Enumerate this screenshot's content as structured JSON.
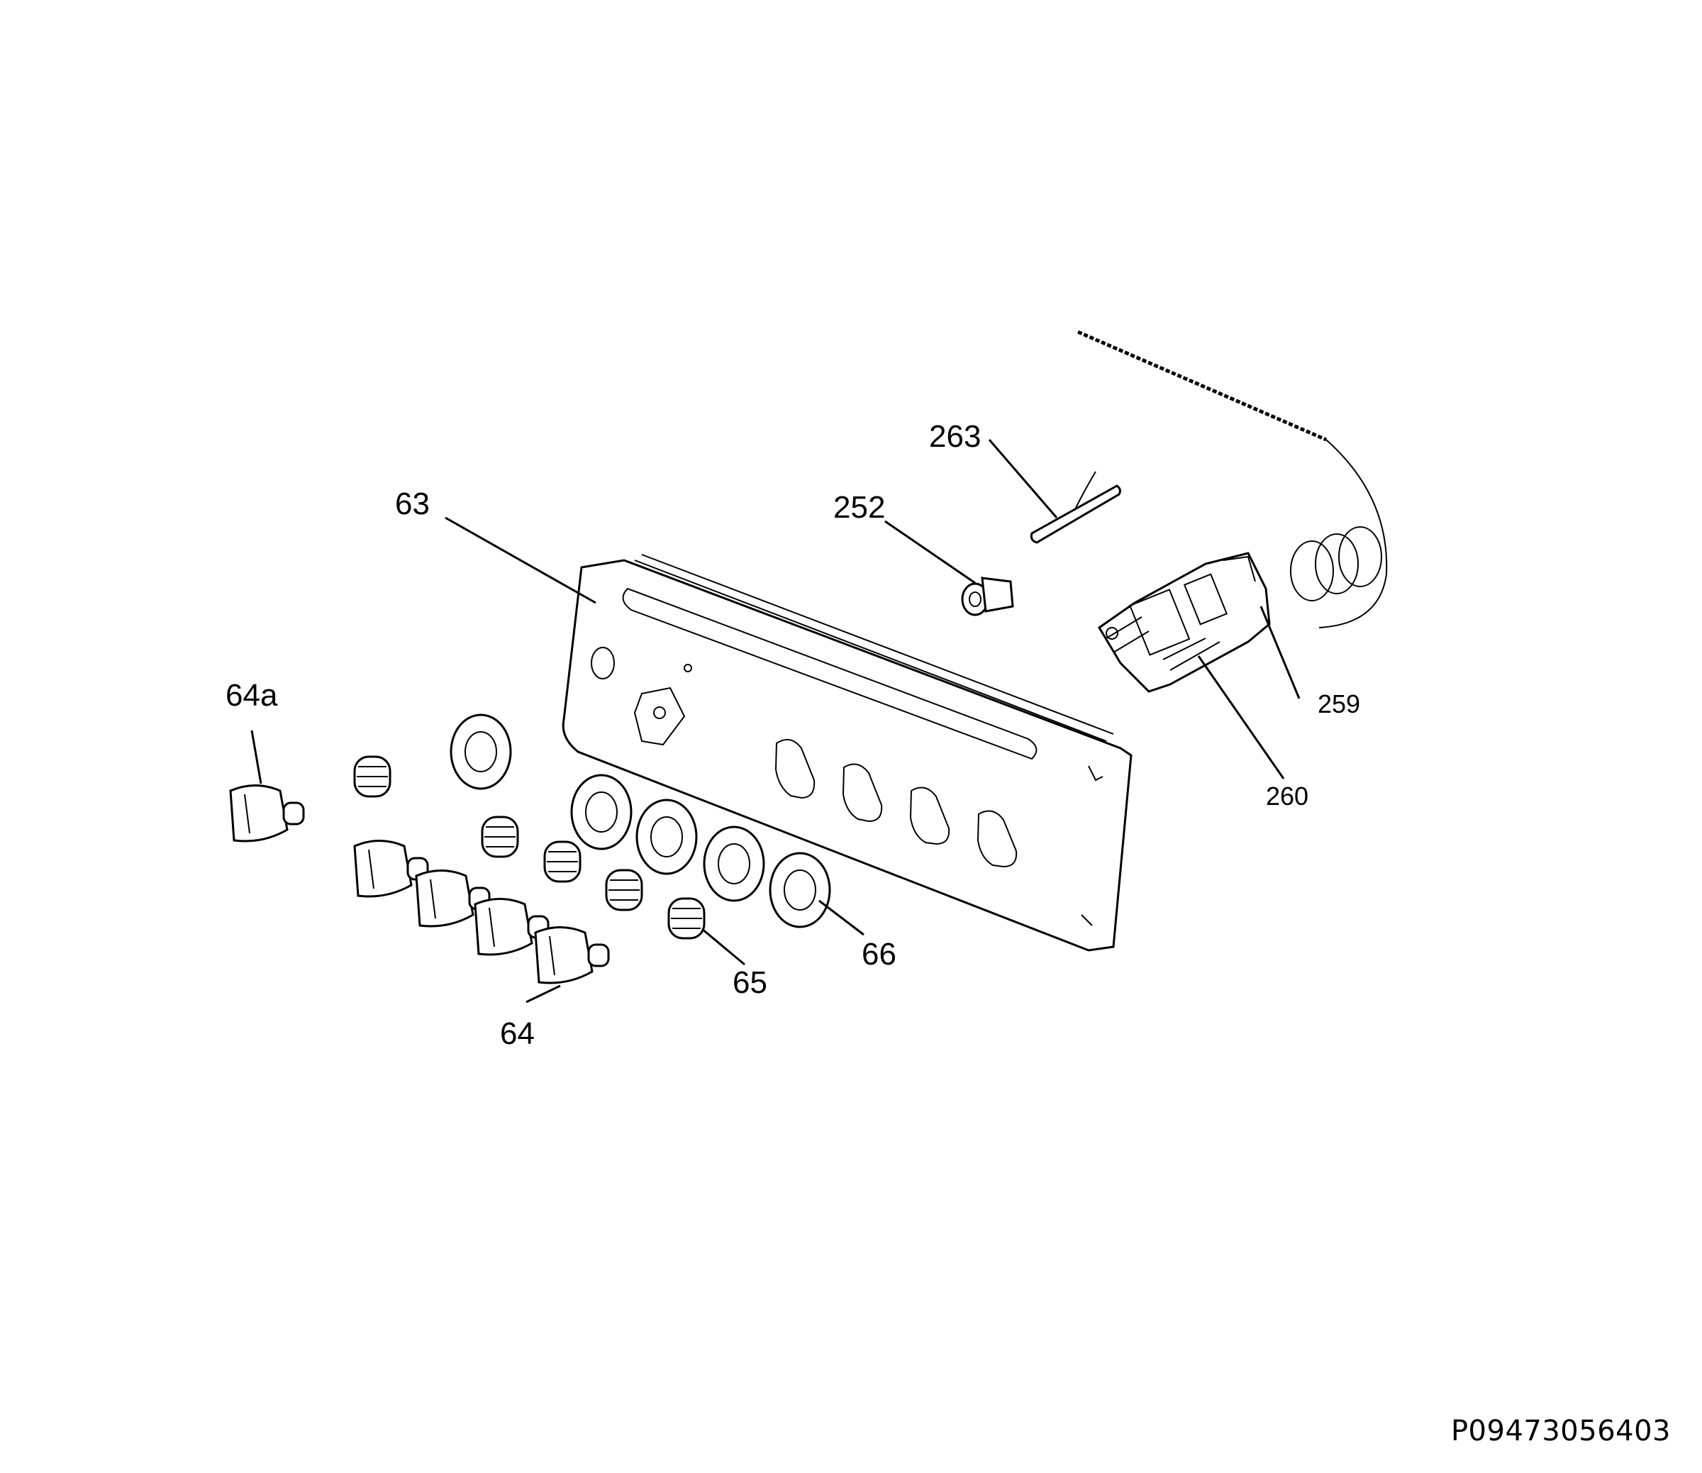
{
  "diagram": {
    "labels": {
      "l63": "63",
      "l64a": "64a",
      "l64": "64",
      "l65": "65",
      "l66": "66",
      "l252": "252",
      "l263": "263",
      "l259": "259",
      "l260": "260"
    },
    "document_code": "P09473056403"
  }
}
